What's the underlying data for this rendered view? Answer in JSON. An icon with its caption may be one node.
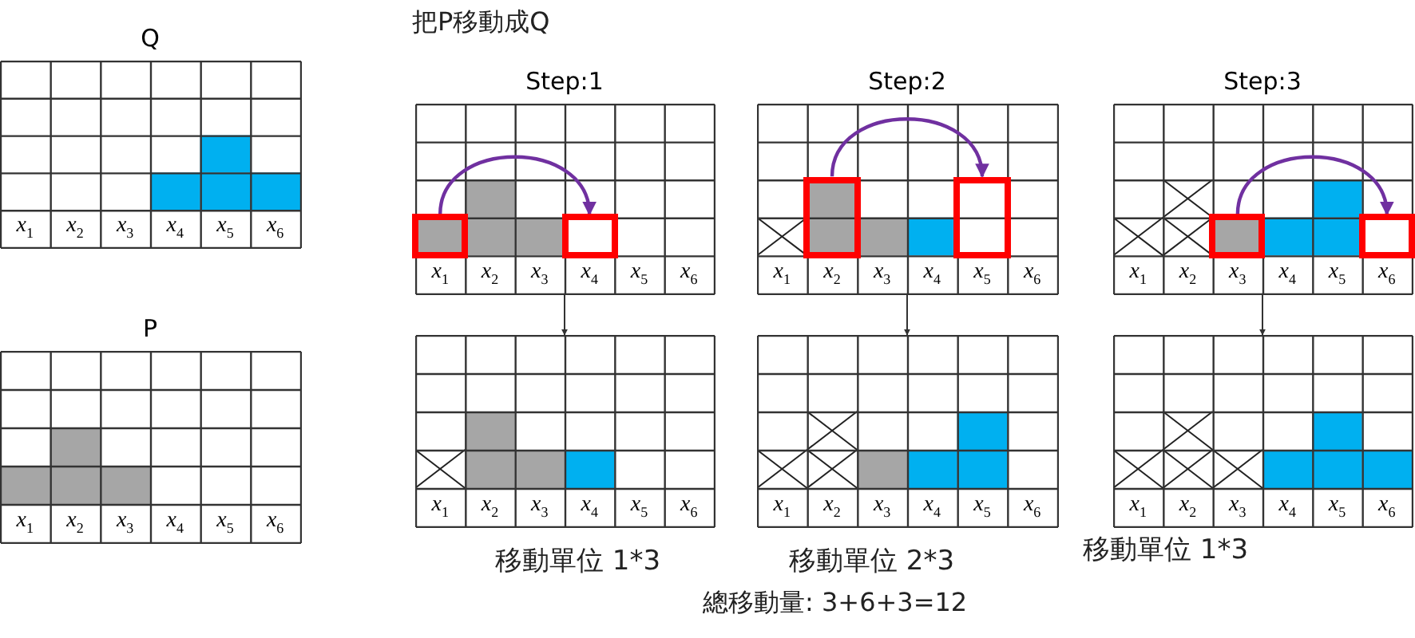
{
  "diagram": {
    "title": "把P移動成Q",
    "nodes": [
      {
        "text": [
          "Q",
          "*x*$_{1}$",
          "*x*$_{2}$",
          "*x*$_{3}$",
          "*x*$_{4}$",
          "*x*$_{5}$",
          "*x*$_{6}$"
        ]
      },
      {
        "text": [
          "P",
          "*x*$_{1}$",
          "*x*$_{2}$",
          "*x*$_{3}$",
          "*x*$_{4}$",
          "*x*$_{5}$",
          "*x*$_{6}$"
        ]
      },
      {
        "text": [
          "Step:1",
          "*x*$_{1}$",
          "*x*$_{2}$",
          "*x*$_{3}$",
          "*x*$_{4}$",
          "*x*$_{5}$",
          "*x*$_{6}$"
        ]
      },
      {
        "text": [
          "*x*$_{1}$",
          "*x*$_{2}$",
          "*x*$_{3}$",
          "*x*$_{4}$",
          "*x*$_{5}$",
          "*x*$_{6}$"
        ],
        "beside": [
          "移動單位 1*3"
        ]
      },
      {
        "text": [
          "Step:2",
          "*x*$_{1}$",
          "*x*$_{2}$",
          "*x*$_{3}$",
          "*x*$_{4}$",
          "*x*$_{5}$",
          "*x*$_{6}$"
        ]
      },
      {
        "text": [
          "*x*$_{1}$",
          "*x*$_{2}$",
          "*x*$_{3}$",
          "*x*$_{4}$",
          "*x*$_{5}$",
          "*x*$_{6}$"
        ],
        "beside": [
          "移動單位 2*3"
        ]
      },
      {
        "text": [
          "Step:3",
          "*x*$_{1}$",
          "*x*$_{2}$",
          "*x*$_{3}$",
          "*x*$_{4}$",
          "*x*$_{5}$",
          "*x*$_{6}$"
        ]
      },
      {
        "text": [
          "*x*$_{1}$",
          "*x*$_{2}$",
          "*x*$_{3}$",
          "*x*$_{4}$",
          "*x*$_{5}$",
          "*x*$_{6}$"
        ],
        "beside": [
          "移動單位 1*3"
        ]
      },
      {
        "text": [],
        "shape": "box",
        "in": 2
      },
      {
        "text": [],
        "shape": "box",
        "in": 2
      },
      {
        "text": [],
        "shape": "box",
        "in": 4
      },
      {
        "text": [],
        "shape": "box",
        "in": 4
      },
      {
        "text": [],
        "shape": "box",
        "in": 6
      },
      {
        "text": [],
        "shape": "box",
        "in": 6
      }
    ],
    "edges": [
      {
        "from": 8,
        "to": 9,
        "arrow": "to"
      },
      {
        "from": 10,
        "to": 11,
        "arrow": "to"
      },
      {
        "from": 12,
        "to": 13,
        "arrow": "to"
      },
      {
        "from": 2,
        "to": 3,
        "arrow": "to",
        "color": "#333333"
      },
      {
        "from": 4,
        "to": 5,
        "arrow": "to",
        "color": "#333333"
      },
      {
        "from": 6,
        "to": 7,
        "arrow": "to",
        "color": "#333333"
      }
    ],
    "labels": [
      "總移動量: 3+6+3=12"
    ]
  }
}
